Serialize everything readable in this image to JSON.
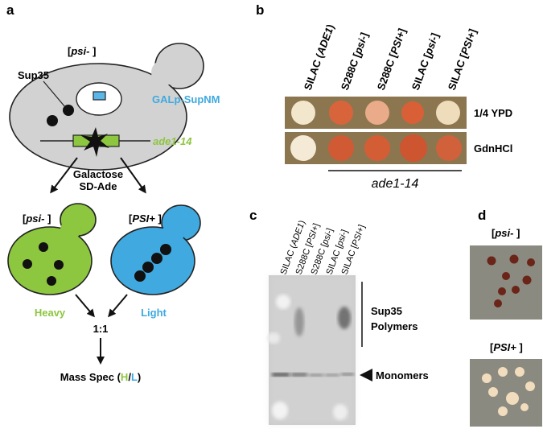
{
  "panel_a": {
    "letter": "a",
    "top_cell_state": "[psi-]",
    "sup35_label": "Sup35",
    "galp_label": "GALp-SupNM",
    "ade_label": "ade1-14",
    "condition_line1": "Galactose",
    "condition_line2": "SD-Ade",
    "left_cell_state": "[psi-]",
    "right_cell_state": "[PSI+]",
    "heavy_label": "Heavy",
    "light_label": "Light",
    "ratio_label": "1:1",
    "mass_spec_prefix": "Mass Spec (",
    "mass_spec_h": "H",
    "mass_spec_slash": "/",
    "mass_spec_l": "L",
    "mass_spec_suffix": ")",
    "colors": {
      "heavy": "#8dc63f",
      "light": "#3fa9e0",
      "cell_gray": "#d2d2d2",
      "gene_green": "#8dc63f"
    }
  },
  "panel_b": {
    "letter": "b",
    "columns": [
      "SILAC (ADE1)",
      "S288C [psi-]",
      "S288C [PSI+]",
      "SILAC [psi-]",
      "SILAC [PSI+]"
    ],
    "rows": [
      "1/4 YPD",
      "GdnHCl"
    ],
    "bracket_label": "ade1-14",
    "spot_colors": [
      [
        "#f2e6cc",
        "#d8643c",
        "#e9ab8a",
        "#d96036",
        "#efdcba"
      ],
      [
        "#f4ead6",
        "#cf5a33",
        "#d35e36",
        "#cd5530",
        "#d1613a"
      ]
    ],
    "plate_color": "#8c7650"
  },
  "panel_c": {
    "letter": "c",
    "lanes": [
      "SILAC (ADE1)",
      "S288C [PSI+]",
      "S288C [psi-]",
      "SILAC [psi-]",
      "SILAC [PSI+]"
    ],
    "polymers_label_1": "Sup35",
    "polymers_label_2": "Polymers",
    "monomers_label": "Monomers"
  },
  "panel_d": {
    "letter": "d",
    "top_label": "[psi-]",
    "bottom_label": "[PSI+]",
    "top_colony_color": "#6a2418",
    "bottom_colony_color": "#f1dcbd",
    "plate_color": "#8a8a80"
  }
}
